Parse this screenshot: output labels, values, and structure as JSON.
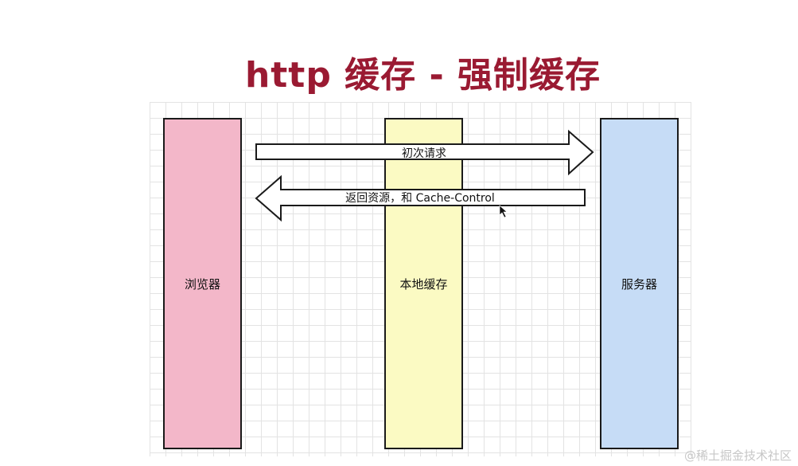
{
  "title": "http 缓存 - 强制缓存",
  "columns": {
    "browser": {
      "label": "浏览器",
      "color": "#f3b7c9"
    },
    "cache": {
      "label": "本地缓存",
      "color": "#fbfac3"
    },
    "server": {
      "label": "服务器",
      "color": "#c6dcf6"
    }
  },
  "arrows": {
    "request": {
      "label": "初次请求",
      "direction": "browser-to-server"
    },
    "response": {
      "label": "返回资源，和 Cache-Control",
      "direction": "server-to-browser"
    }
  },
  "watermark": "@稀土掘金技术社区",
  "colors": {
    "title": "#9a1a32",
    "grid": "#e3e3e3",
    "outline": "#1a1a1a"
  }
}
